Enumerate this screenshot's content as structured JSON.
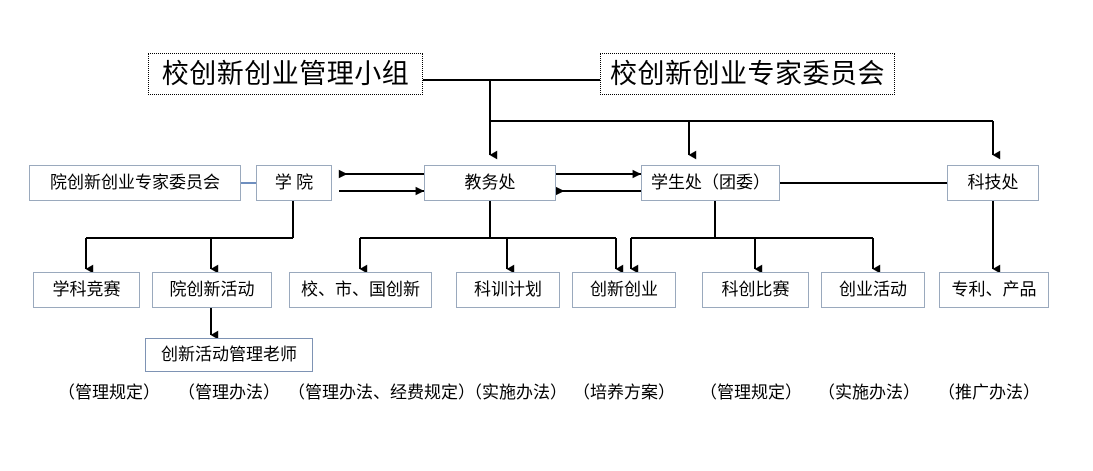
{
  "diagram": {
    "title_row": [
      {
        "id": "school-mgmt-group",
        "label": "校创新创业管理小组"
      },
      {
        "id": "school-expert-committee",
        "label": "校创新创业专家委员会"
      }
    ],
    "dept_row": [
      {
        "id": "college-expert-committee",
        "label": "院创新创业专家委员会"
      },
      {
        "id": "college",
        "label": "学 院"
      },
      {
        "id": "academic-affairs-office",
        "label": "教务处"
      },
      {
        "id": "student-affairs-office",
        "label": "学生处（团委）"
      },
      {
        "id": "science-tech-office",
        "label": "科技处"
      }
    ],
    "program_row": [
      {
        "id": "discipline-competition",
        "label": "学科竞赛"
      },
      {
        "id": "college-innovation-activity",
        "label": "院创新活动"
      },
      {
        "id": "school-city-national-innovation",
        "label": "校、市、国创新"
      },
      {
        "id": "research-training-plan",
        "label": "科训计划"
      },
      {
        "id": "innovation-entrepreneurship",
        "label": "创新创业"
      },
      {
        "id": "sci-tech-innovation-contest",
        "label": "科创比赛"
      },
      {
        "id": "entrepreneurship-activity",
        "label": "创业活动"
      },
      {
        "id": "patents-products",
        "label": "专利、产品"
      }
    ],
    "staff_row": [
      {
        "id": "innovation-activity-teacher",
        "label": "创新活动管理老师"
      }
    ],
    "notes": [
      {
        "id": "note-1",
        "label": "（管理规定）"
      },
      {
        "id": "note-2",
        "label": "（管理办法）"
      },
      {
        "id": "note-3",
        "label": "（管理办法、经费规定）"
      },
      {
        "id": "note-4",
        "label": "（实施办法）"
      },
      {
        "id": "note-5",
        "label": "（培养方案）"
      },
      {
        "id": "note-6",
        "label": "（管理规定）"
      },
      {
        "id": "note-7",
        "label": "（实施办法）"
      },
      {
        "id": "note-8",
        "label": "（推广办法）"
      }
    ],
    "colors": {
      "line": "#000000",
      "link_blue": "#6f8fbf",
      "border_blue": "#7e93b4",
      "border_grey": "#8c8c8c",
      "background": "#ffffff"
    }
  }
}
